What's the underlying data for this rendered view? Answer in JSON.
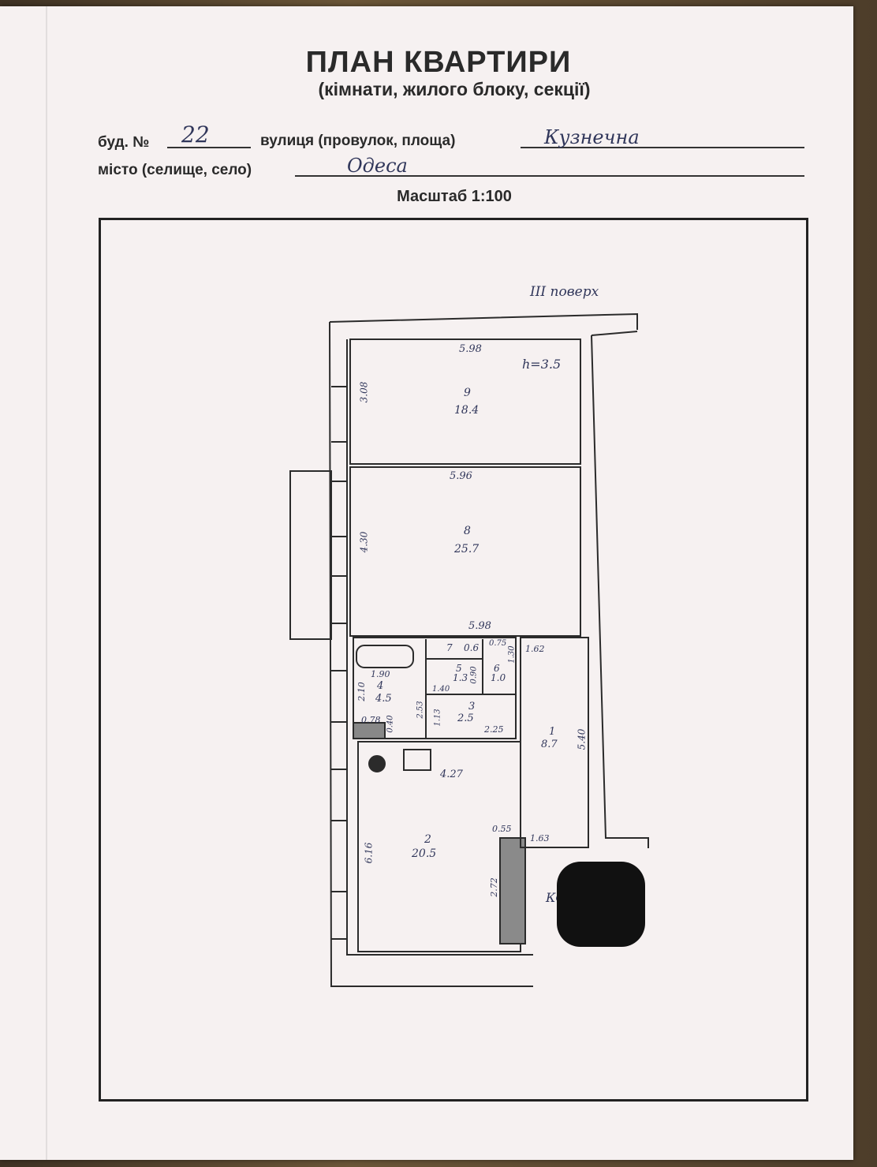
{
  "header": {
    "title": "ПЛАН КВАРТИРИ",
    "subtitle": "(кімнати, жилого блоку, секції)",
    "building_label": "буд. №",
    "building_number": "22",
    "street_label": "вулиця (провулок, площа)",
    "street_value": "Кузнечна",
    "city_label": "місто (селище, село)",
    "city_value": "Одеса",
    "scale": "Масштаб 1:100"
  },
  "plan": {
    "floor_note": "ІІІ поверх",
    "height_note": "h=3.5",
    "rooms": [
      {
        "number": "9",
        "area": "18.4"
      },
      {
        "number": "8",
        "area": "25.7"
      },
      {
        "number": "4",
        "area": "4.5"
      },
      {
        "number": "5",
        "area": "1.3"
      },
      {
        "number": "6",
        "area": "1.0"
      },
      {
        "number": "7",
        "area": "0.6"
      },
      {
        "number": "3",
        "area": "2.5"
      },
      {
        "number": "1",
        "area": "8.7"
      },
      {
        "number": "2",
        "area": "20.5"
      }
    ],
    "dimensions": [
      "5.98",
      "3.08",
      "5.96",
      "4.30",
      "5.98",
      "1.90",
      "2.10",
      "0.78",
      "0.40",
      "0.90",
      "0.75",
      "1.30",
      "1.40",
      "1.62",
      "2.53",
      "1.13",
      "2.25",
      "5.40",
      "4.27",
      "0.55",
      "1.63",
      "6.16",
      "2.72"
    ],
    "corridor_mark": "КС"
  }
}
